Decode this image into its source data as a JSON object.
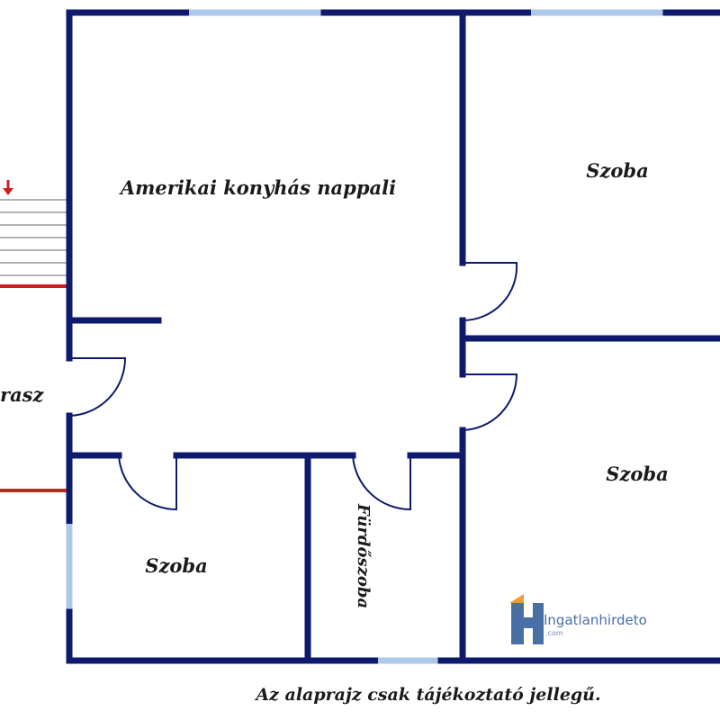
{
  "rooms": {
    "living": "Amerikai konyhás nappali",
    "room_top_right": "Szoba",
    "room_mid_right": "Szoba",
    "room_bottom_left": "Szoba",
    "bathroom": "Fürdőszoba",
    "terrace_partial": "rasz"
  },
  "disclaimer": "Az alaprajz csak tájékoztató jellegű.",
  "logo": {
    "name": "Ingatlanhirdeto",
    "suffix": ".com"
  },
  "colors": {
    "wall": "#0d1a6e",
    "window": "#aec8ea",
    "rail": "#cc1f1f",
    "logo_blue": "#4a6fa5",
    "logo_orange": "#f29a3a"
  }
}
